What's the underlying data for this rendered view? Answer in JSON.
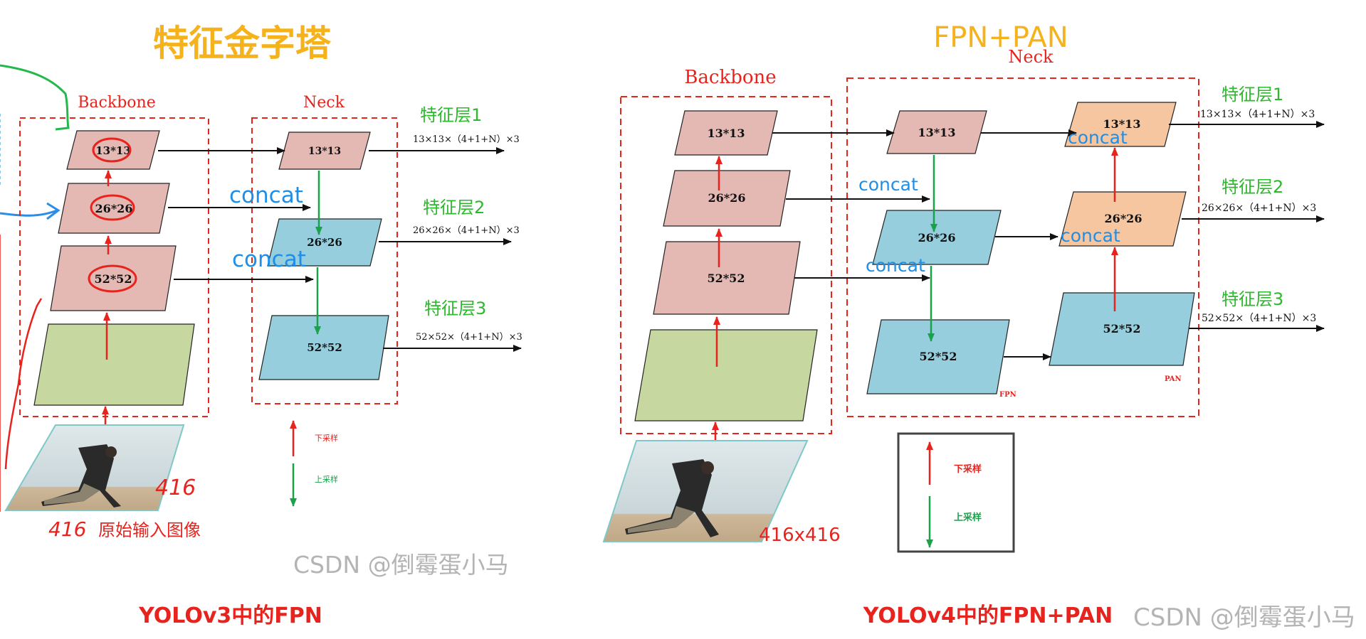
{
  "colors": {
    "title_orange": "#f5b21b",
    "box_pink": "#e4b8b3",
    "box_blue": "#96cedd",
    "box_green": "#c6d89f",
    "box_orange": "#f6c6a0",
    "red": "#e8231d",
    "green": "#1aa24a",
    "label_green": "#2db82d",
    "concat_blue": "#1e8fe8",
    "watermark": "#b4b4b4"
  },
  "left": {
    "title": "特征金字塔",
    "backbone_label": "Backbone",
    "neck_label": "Neck",
    "boxes": {
      "b13": "13*13",
      "b26": "26*26",
      "b52": "52*52",
      "n13": "13*13",
      "n26": "26*26",
      "n52": "52*52"
    },
    "layer1": "特征层1",
    "layer2": "特征层2",
    "layer3": "特征层3",
    "out1": "13×13×（4+1+N）×3",
    "out2": "26×26×（4+1+N）×3",
    "out3": "52×52×（4+1+N）×3",
    "concat1": "concat",
    "concat2": "concat",
    "legend_down": "下采样",
    "legend_up": "上采样",
    "hand_416_right": "416",
    "hand_416_left": "416",
    "input_caption": "原始输入图像",
    "watermark": "CSDN @倒霉蛋小马",
    "caption": "YOLOv3中的FPN"
  },
  "right": {
    "title": "FPN+PAN",
    "neck_label": "Neck",
    "backbone_label": "Backbone",
    "boxes": {
      "b13": "13*13",
      "b26": "26*26",
      "b52": "52*52",
      "f13": "13*13",
      "f26": "26*26",
      "f52": "52*52",
      "p13": "13*13",
      "p26": "26*26",
      "p52": "52*52"
    },
    "layer1": "特征层1",
    "layer2": "特征层2",
    "layer3": "特征层3",
    "out1": "13×13×（4+1+N）×3",
    "out2": "26×26×（4+1+N）×3",
    "out3": "52×52×（4+1+N）×3",
    "concat1": "concat",
    "concat2": "concat",
    "concat3": "concat",
    "concat4": "concat",
    "fpn_tag": "FPN",
    "pan_tag": "PAN",
    "input_size": "416x416",
    "legend_down": "下采样",
    "legend_up": "上采样",
    "caption": "YOLOv4中的FPN+PAN",
    "watermark": "CSDN @倒霉蛋小马"
  }
}
